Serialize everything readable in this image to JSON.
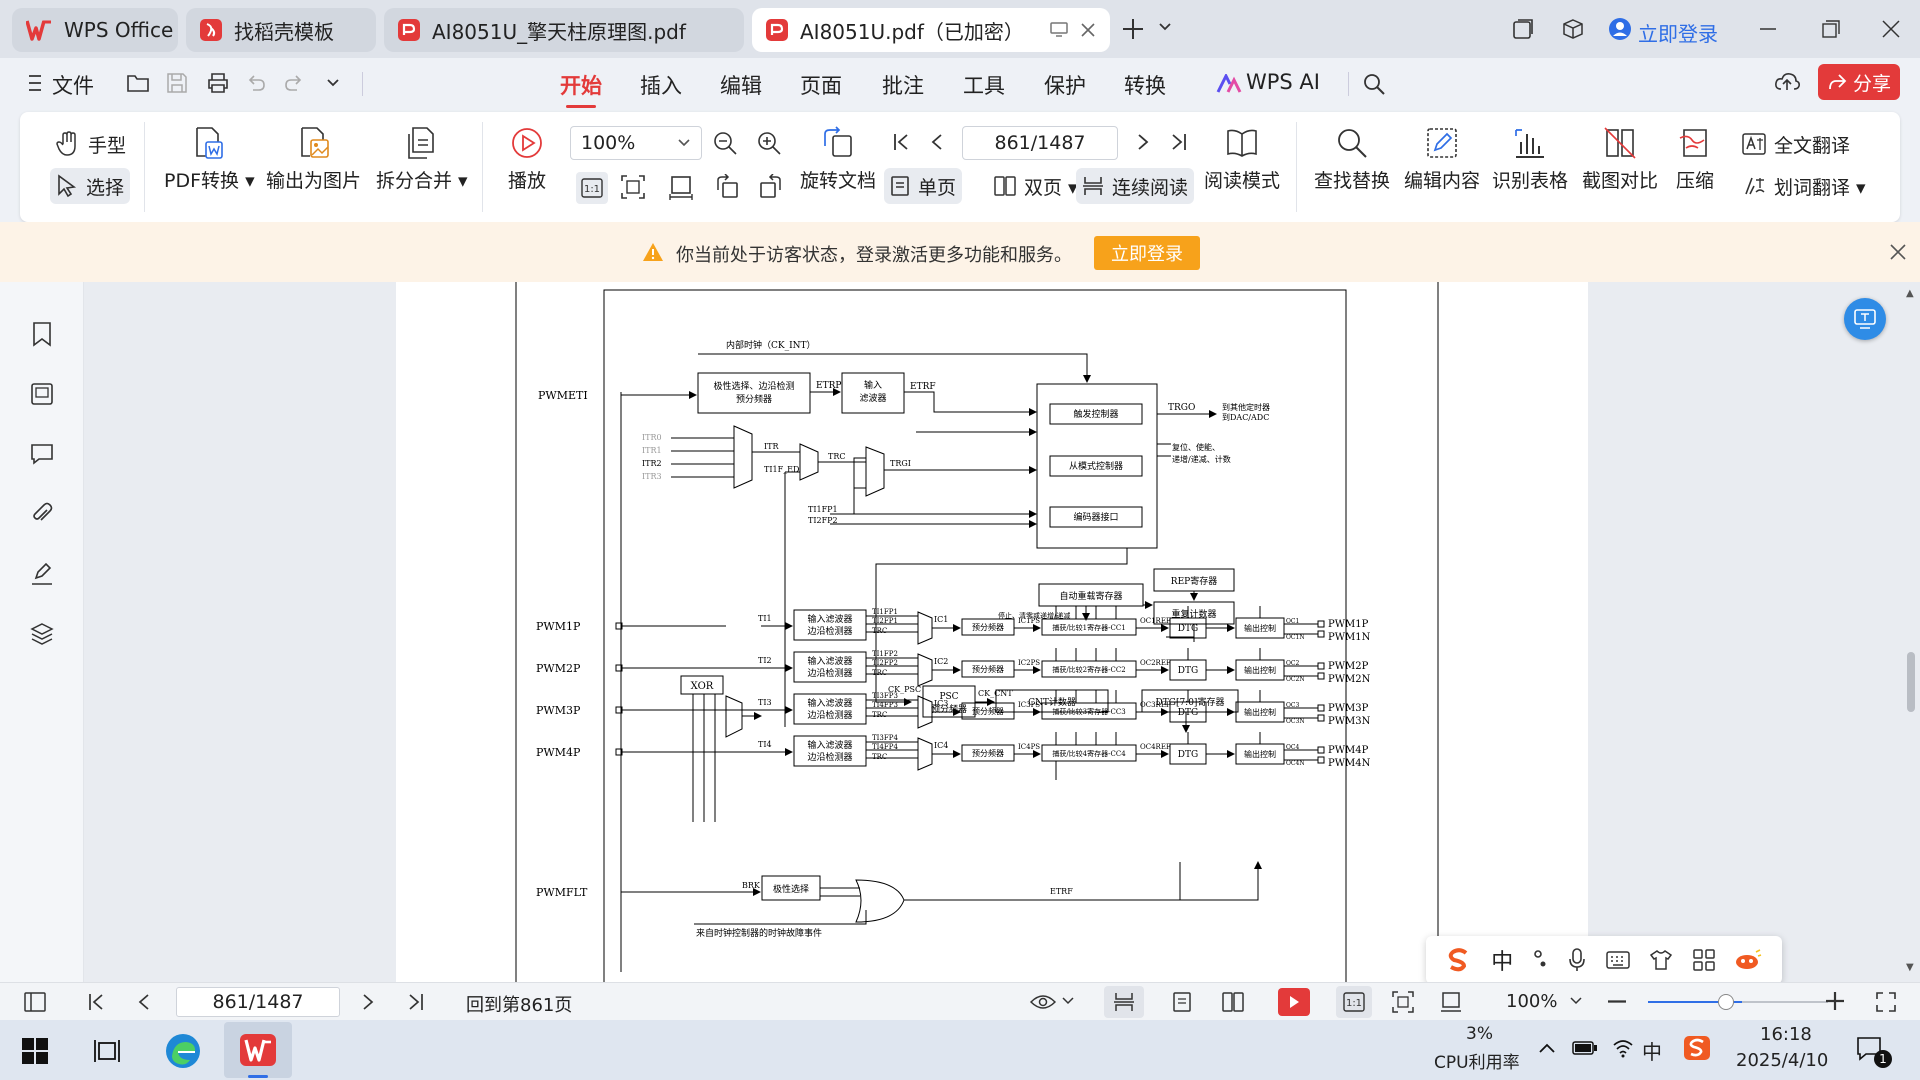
{
  "tabs": [
    {
      "label": "WPS Office"
    },
    {
      "label": "找稻壳模板"
    },
    {
      "label": "AI8051U_擎天柱原理图.pdf"
    },
    {
      "label": "AI8051U.pdf（已加密）"
    }
  ],
  "header": {
    "login": "立即登录"
  },
  "menubar": {
    "file": "文件",
    "tabs": [
      "开始",
      "插入",
      "编辑",
      "页面",
      "批注",
      "工具",
      "保护",
      "转换",
      "WPS AI"
    ],
    "share": "分享"
  },
  "ribbon": {
    "hand": "手型",
    "select": "选择",
    "pdf_convert": "PDF转换",
    "export_image": "输出为图片",
    "split_merge": "拆分合并",
    "play": "播放",
    "zoom": "100%",
    "rotate": "旋转文档",
    "page": "861/1487",
    "single": "单页",
    "double": "双页",
    "continuous": "连续阅读",
    "read_mode": "阅读模式",
    "find_replace": "查找替换",
    "edit_content": "编辑内容",
    "recognize_table": "识别表格",
    "screenshot_compare": "截图对比",
    "compress": "压缩",
    "full_translate": "全文翻译",
    "word_translate": "划词翻译"
  },
  "notice": {
    "text": "你当前处于访客状态，登录激活更多功能和服务。",
    "button": "立即登录"
  },
  "diagram": {
    "clk_int": "内部时钟（CK_INT）",
    "pwmeti": "PWMETI",
    "polarity_prescaler": "极性选择、边沿检测",
    "prescaler2": "预分频器",
    "etrp": "ETRP",
    "input_filter": "输入",
    "input_filter2": "滤波器",
    "etrf": "ETRF",
    "trigger_ctrl": "触发控制器",
    "slave_ctrl": "从模式控制器",
    "encoder_if": "编码器接口",
    "trgo": "TRGO",
    "to_other": "到其他定时器",
    "to_dac": "到DAC/ADC",
    "reset_note": "复位、使能、",
    "reset_note2": "递增/递减、计数",
    "itr0": "ITR0",
    "itr1": "ITR1",
    "itr2": "ITR2",
    "itr3": "ITR3",
    "itr": "ITR",
    "ti1f_ed": "TI1F_ED",
    "trc": "TRC",
    "trgi": "TRGI",
    "ti1fp1": "TI1FP1",
    "ti2fp2": "TI2FP2",
    "auto_reload": "自动重载寄存器",
    "rep_reg": "REP寄存器",
    "rep_cnt": "重复计数器",
    "stop_note": "停止、清零或递增/递减",
    "ck_psc": "CK_PSC",
    "psc": "PSC",
    "psc2": "预分频器",
    "ck_cnt": "CK_CNT",
    "cnt": "CNT计数器",
    "dtg_reg": "DTG[7:0]寄存器",
    "xor": "XOR",
    "filter_a": "输入滤波器",
    "filter_b": "边沿检测器",
    "prescaler": "预分频器",
    "dtg": "DTG",
    "out_ctrl": "输出控制",
    "polarity": "极性选择",
    "brk": "BRK",
    "pwmflt": "PWMFLT",
    "etrf_b": "ETRF",
    "clock_fault": "来自时钟控制器的时钟故障事件",
    "channels": [
      {
        "pin": "PWM1P",
        "ti": "TI1",
        "fp_a": "TI1FP1",
        "fp_b": "TI2FP1",
        "ic": "IC1",
        "icps": "IC1PS",
        "cc": "捕获/比较1寄存器-CC1",
        "ref": "OC1REF",
        "oc": "OC1",
        "ocn": "OC1N",
        "outp": "PWM1P",
        "outn": "PWM1N"
      },
      {
        "pin": "PWM2P",
        "ti": "TI2",
        "fp_a": "TI1FP2",
        "fp_b": "TI2FP2",
        "ic": "IC2",
        "icps": "IC2PS",
        "cc": "捕获/比较2寄存器-CC2",
        "ref": "OC2REF",
        "oc": "OC2",
        "ocn": "OC2N",
        "outp": "PWM2P",
        "outn": "PWM2N"
      },
      {
        "pin": "PWM3P",
        "ti": "TI3",
        "fp_a": "TI3FP3",
        "fp_b": "TI4FP3",
        "ic": "IC3",
        "icps": "IC3PS",
        "cc": "捕获/比较3寄存器-CC3",
        "ref": "OC3REF",
        "oc": "OC3",
        "ocn": "OC3N",
        "outp": "PWM3P",
        "outn": "PWM3N"
      },
      {
        "pin": "PWM4P",
        "ti": "TI4",
        "fp_a": "TI3FP4",
        "fp_b": "TI4FP4",
        "ic": "IC4",
        "icps": "IC4PS",
        "cc": "捕获/比较4寄存器-CC4",
        "ref": "OC4REF",
        "oc": "OC4",
        "ocn": "OC4N",
        "outp": "PWM4P",
        "outn": "PWM4N"
      }
    ]
  },
  "status": {
    "page": "861/1487",
    "back": "回到第861页",
    "zoom": "100%"
  },
  "taskbar": {
    "cpu": "3%",
    "cpu_label": "CPU利用率",
    "ime": "中",
    "time": "16:18",
    "date": "2025/4/10",
    "notif": "1"
  },
  "colors": {
    "accent": "#e33a3a",
    "notice_btn": "#f7a21b",
    "login_blue": "#2f6ee6"
  }
}
